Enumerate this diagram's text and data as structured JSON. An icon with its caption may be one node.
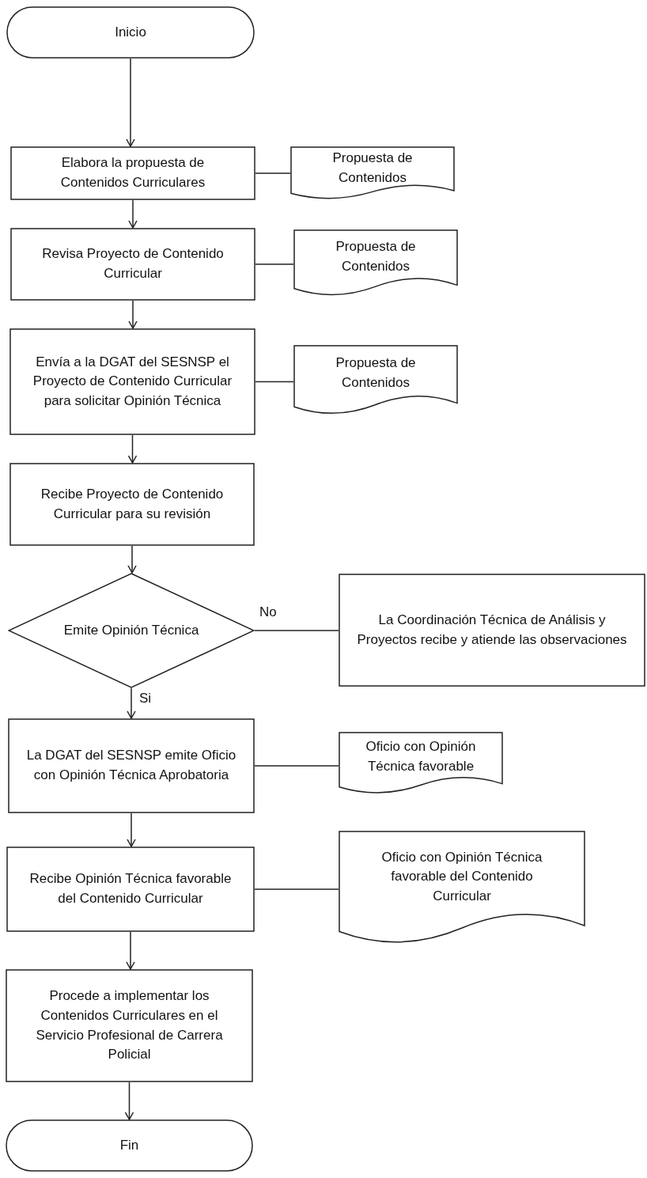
{
  "diagram": {
    "nodes": [
      {
        "text": [
          "Inicio"
        ]
      },
      {
        "text": [
          "Elabora la propuesta de Contenidos Curriculares"
        ]
      },
      {
        "text": [
          "Propuesta de Contenidos"
        ]
      },
      {
        "text": [
          "Revisa Proyecto de Contenido Curricular"
        ]
      },
      {
        "text": [
          "Propuesta de Contenidos"
        ]
      },
      {
        "text": [
          "Envía a la DGAT del SESNSP el Proyecto de Contenido Curricular para solicitar Opinión Técnica"
        ]
      },
      {
        "text": [
          "Propuesta de Contenidos"
        ]
      },
      {
        "text": [
          "Recibe Proyecto de Contenido Curricular para su revisión"
        ]
      },
      {
        "text": [
          "Emite Opinión Técnica"
        ]
      },
      {
        "text": [
          "La Coordinación Técnica de Análisis y Proyectos recibe y atiende las observaciones"
        ]
      },
      {
        "text": [
          "La DGAT del SESNSP emite Oficio con Opinión Técnica Aprobatoria"
        ]
      },
      {
        "text": [
          "Oficio con Opinión Técnica favorable"
        ]
      },
      {
        "text": [
          "Recibe Opinión Técnica favorable del Contenido Curricular"
        ]
      },
      {
        "text": [
          "Oficio con Opinión Técnica favorable del Contenido Curricular"
        ]
      },
      {
        "text": [
          "Procede a implementar los Contenidos Curriculares en el Servicio Profesional de Carrera Policial"
        ]
      },
      {
        "text": [
          "Fin"
        ]
      }
    ],
    "edges": [
      {
        "from": 0,
        "to": 1,
        "arrow": "to"
      },
      {
        "from": 1,
        "to": 2,
        "arrow": "none"
      },
      {
        "from": 1,
        "to": 3,
        "arrow": "to"
      },
      {
        "from": 3,
        "to": 4,
        "arrow": "none"
      },
      {
        "from": 3,
        "to": 5,
        "arrow": "to"
      },
      {
        "from": 5,
        "to": 6,
        "arrow": "none"
      },
      {
        "from": 5,
        "to": 7,
        "arrow": "to"
      },
      {
        "from": 7,
        "to": 8,
        "arrow": "to"
      },
      {
        "from": 8,
        "to": 9,
        "label": "No",
        "arrow": "none"
      },
      {
        "from": 8,
        "to": 10,
        "label": "Si",
        "arrow": "to"
      },
      {
        "from": 10,
        "to": 11,
        "arrow": "none"
      },
      {
        "from": 10,
        "to": 12,
        "arrow": "to"
      },
      {
        "from": 12,
        "to": 13,
        "arrow": "none"
      },
      {
        "from": 12,
        "to": 14,
        "arrow": "to"
      },
      {
        "from": 14,
        "to": 15,
        "arrow": "to"
      }
    ]
  }
}
